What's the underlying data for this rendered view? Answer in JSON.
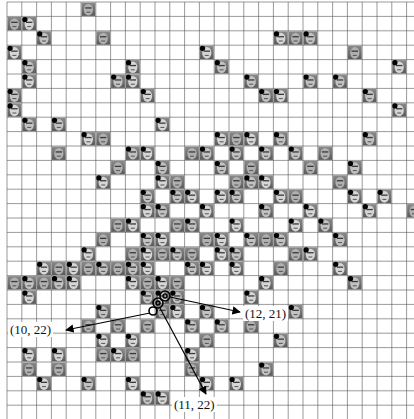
{
  "diagram": {
    "labels": [
      "(10, 22)",
      "(12, 21)",
      "(11, 22)"
    ]
  }
}
